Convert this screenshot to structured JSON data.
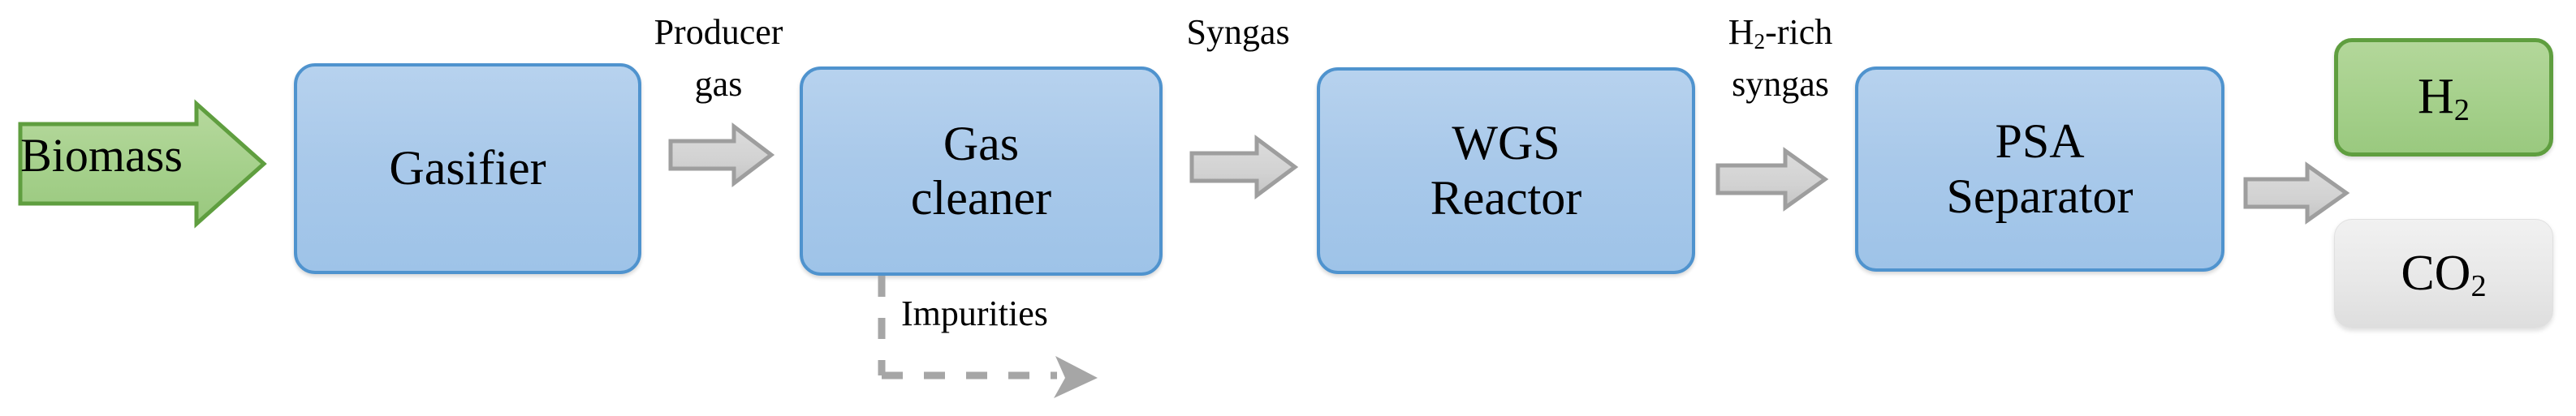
{
  "diagram": {
    "title": "Biomass gasification hydrogen production process flow",
    "background_color": "#ffffff",
    "colors": {
      "process_fill": "#a9c9ea",
      "process_border": "#4f93ce",
      "feed_fill": "#a5d08b",
      "feed_border": "#5f9e3f",
      "product_h2_fill": "#a5d08b",
      "product_h2_border": "#5f9e3f",
      "product_co2_fill": "#e8e8e8",
      "arrow_fill": "#d2d2d2",
      "arrow_border": "#9e9e9e",
      "dashed_line": "#a6a6a6",
      "text": "#000000"
    }
  },
  "feed": {
    "label": "Biomass",
    "shape": "block-arrow-right"
  },
  "process_steps": [
    {
      "id": "gasifier",
      "label": "Gasifier",
      "lines": [
        "Gasifier"
      ]
    },
    {
      "id": "gas-cleaner",
      "label": "Gas cleaner",
      "lines": [
        "Gas",
        "cleaner"
      ]
    },
    {
      "id": "wgs-reactor",
      "label": "WGS Reactor",
      "lines": [
        "WGS",
        "Reactor"
      ]
    },
    {
      "id": "psa-separator",
      "label": "PSA Separator",
      "lines": [
        "PSA",
        "Separator"
      ]
    }
  ],
  "streams": [
    {
      "id": "producer-gas",
      "lines": [
        "Producer",
        "gas"
      ],
      "from": "gasifier",
      "to": "gas-cleaner"
    },
    {
      "id": "syngas",
      "lines": [
        "Syngas"
      ],
      "from": "gas-cleaner",
      "to": "wgs-reactor"
    },
    {
      "id": "h2-rich-syngas",
      "lines": [
        "H₂-rich",
        "syngas"
      ],
      "from": "wgs-reactor",
      "to": "psa-separator"
    },
    {
      "id": "impurities",
      "lines": [
        "Impurities"
      ],
      "from": "gas-cleaner",
      "to": "",
      "style": "dashed"
    }
  ],
  "stream_text": {
    "producer_gas_line1": "Producer",
    "producer_gas_line2": "gas",
    "syngas": "Syngas",
    "h2_rich_line1_prefix": "H",
    "h2_rich_line1_sub": "2",
    "h2_rich_line1_suffix": "-rich",
    "h2_rich_line2": "syngas",
    "impurities": "Impurities"
  },
  "products": [
    {
      "id": "h2",
      "label_prefix": "H",
      "label_sub": "2",
      "style": "green"
    },
    {
      "id": "co2",
      "label_prefix": "CO",
      "label_sub": "2",
      "style": "gray"
    }
  ],
  "node_text": {
    "gasifier": "Gasifier",
    "gas_cleaner_line1": "Gas",
    "gas_cleaner_line2": "cleaner",
    "wgs_line1": "WGS",
    "wgs_line2": "Reactor",
    "psa_line1": "PSA",
    "psa_line2": "Separator",
    "biomass": "Biomass"
  }
}
